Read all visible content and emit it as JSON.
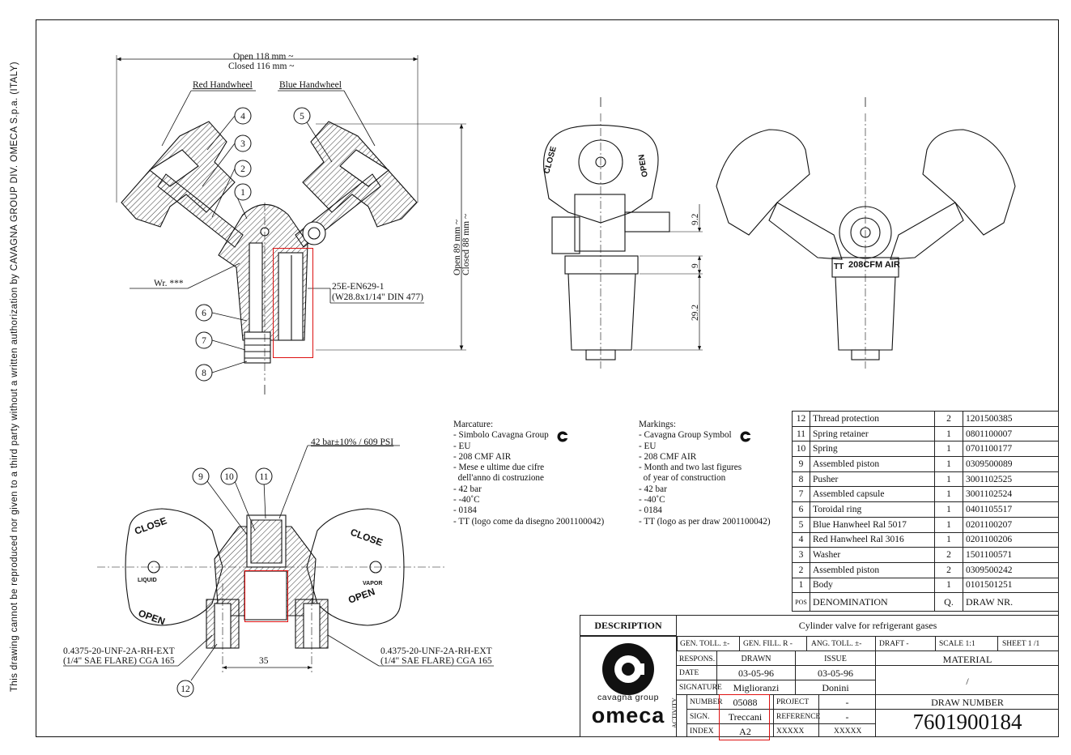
{
  "side_note": "This drawing cannot be reproduced nor given to a third party without a written authorization by CAVAGNA GROUP DIV. OMECA S.p.a. (ITALY)",
  "dims": {
    "open_width": "Open 118 mm ~",
    "closed_width": "Closed 116 mm ~",
    "open_height": "Open 89 mm ~",
    "closed_height": "Closed 88 mm ~",
    "d92": "9.2",
    "d9": "9",
    "d292": "29.2",
    "d35": "35"
  },
  "labels": {
    "red_handwheel": "Red Handwheel",
    "blue_handwheel": "Blue Handwheel",
    "wr": "Wr. ***",
    "thread_std_1": "25E-EN629-1",
    "thread_std_2": "(W28.8x1/14\" DIN 477)",
    "pressure": "42 bar±10% / 609 PSI",
    "flare_left_1": "0.4375-20-UNF-2A-RH-EXT",
    "flare_left_2": "(1/4\" SAE FLARE) CGA 165",
    "flare_right_1": "0.4375-20-UNF-2A-RH-EXT",
    "flare_right_2": "(1/4\" SAE FLARE) CGA 165",
    "body_mark": "208CFM AIR",
    "tt_mark": "TT",
    "close": "CLOSE",
    "open": "OPEN",
    "liquid": "LIQUID",
    "vapor": "VAPOR"
  },
  "balloons": [
    "1",
    "2",
    "3",
    "4",
    "5",
    "6",
    "7",
    "8",
    "9",
    "10",
    "11",
    "12"
  ],
  "markings_it": {
    "title": "Marcature:",
    "lines": [
      "- Simbolo Cavagna Group",
      "- EU",
      "- 208 CMF AIR",
      "- Mese e ultime due cifre",
      "  dell'anno di costruzione",
      "- 42 bar",
      "- -40˚C",
      "- 0184",
      "- ΤΤ (logo come da disegno 2001100042)"
    ]
  },
  "markings_en": {
    "title": "Markings:",
    "lines": [
      "- Cavagna Group Symbol",
      "- EU",
      "- 208 CMF AIR",
      "- Month and two last figures",
      "  of year of construction",
      "- 42 bar",
      "- -40˚C",
      "- 0184",
      "- ΤΤ (logo as per draw 2001100042)"
    ]
  },
  "parts": [
    {
      "pos": "12",
      "name": "Thread protection",
      "qty": "2",
      "draw": "1201500385"
    },
    {
      "pos": "11",
      "name": "Spring retainer",
      "qty": "1",
      "draw": "0801100007"
    },
    {
      "pos": "10",
      "name": "Spring",
      "qty": "1",
      "draw": "0701100177"
    },
    {
      "pos": "9",
      "name": "Assembled piston",
      "qty": "1",
      "draw": "0309500089"
    },
    {
      "pos": "8",
      "name": "Pusher",
      "qty": "1",
      "draw": "3001102525"
    },
    {
      "pos": "7",
      "name": "Assembled capsule",
      "qty": "1",
      "draw": "3001102524"
    },
    {
      "pos": "6",
      "name": "Toroidal ring",
      "qty": "1",
      "draw": "0401105517"
    },
    {
      "pos": "5",
      "name": "Blue Hanwheel Ral 5017",
      "qty": "1",
      "draw": "0201100207"
    },
    {
      "pos": "4",
      "name": "Red Hanwheel Ral 3016",
      "qty": "1",
      "draw": "0201100206"
    },
    {
      "pos": "3",
      "name": "Washer",
      "qty": "2",
      "draw": "1501100571"
    },
    {
      "pos": "2",
      "name": "Assembled piston",
      "qty": "2",
      "draw": "0309500242"
    },
    {
      "pos": "1",
      "name": "Body",
      "qty": "1",
      "draw": "0101501251"
    }
  ],
  "parts_header": {
    "pos": "POS",
    "name": "DENOMINATION",
    "qty": "Q.",
    "draw": "DRAW NR."
  },
  "title_block": {
    "description_label": "DESCRIPTION",
    "description": "Cylinder valve for refrigerant gases",
    "gen_toll": "GEN. TOLL. ±-",
    "gen_fill": "GEN. FILL. R -",
    "ang_toll": "ANG. TOLL. ±-",
    "draft": "DRAFT -",
    "scale": "SCALE 1:1",
    "sheet": "SHEET 1 /1",
    "respons": "RESPONS.",
    "drawn": "DRAWN",
    "issue": "ISSUE",
    "material_label": "MATERIAL",
    "material": "/",
    "date_label": "DATE",
    "date_drawn": "03-05-96",
    "date_issue": "03-05-96",
    "signature_label": "SIGNATURE",
    "sig_drawn": "Miglioranzi",
    "sig_issue": "Donini",
    "activity": "ACTIVITY",
    "number_label": "NUMBER",
    "number": "05088",
    "project_label": "PROJECT",
    "project": "-",
    "sign_label": "SIGN.",
    "sign": "Treccani",
    "reference_label": "REFERENCE",
    "reference": "-",
    "index_label": "INDEX",
    "index": "A2",
    "x1": "XXXXX",
    "x2": "XXXXX",
    "draw_number_label": "DRAW NUMBER",
    "draw_number": "7601900184",
    "brand_small": "cavagna group",
    "brand_big": "omeca"
  },
  "colors": {
    "highlight": "#d11111",
    "ink": "#111111"
  }
}
